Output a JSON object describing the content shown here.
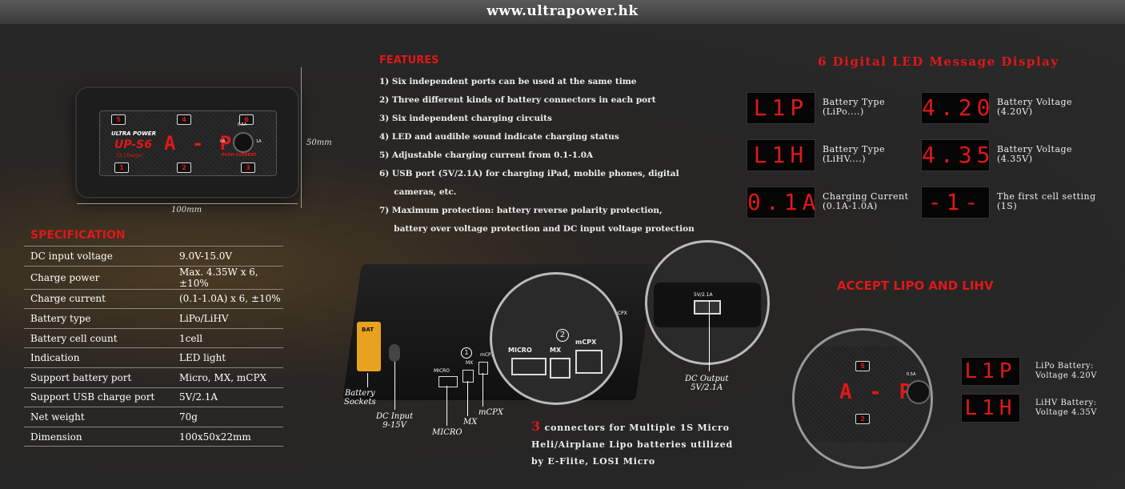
{
  "header": {
    "url": "www.ultrapower.hk"
  },
  "device_top": {
    "ports_top": [
      "5",
      "4",
      "6"
    ],
    "ports_bottom": [
      "1",
      "2",
      "3"
    ],
    "brand": "ULTRA POWER",
    "model": "UP-S6",
    "model_sub": "1S Charger",
    "display": "A - P",
    "knob_top": "0.5A",
    "knob_left": "0A",
    "knob_right": "1A",
    "knob_label": "PUSH CURRENT",
    "width_label": "100mm",
    "height_label": "50mm"
  },
  "specification": {
    "title": "SPECIFICATION",
    "rows": [
      {
        "label": "DC input voltage",
        "value": "9.0V-15.0V"
      },
      {
        "label": "Charge power",
        "value": "Max. 4.35W x 6, ±10%"
      },
      {
        "label": "Charge current",
        "value": "(0.1-1.0A) x 6, ±10%"
      },
      {
        "label": "Battery type",
        "value": "LiPo/LiHV"
      },
      {
        "label": "Battery cell count",
        "value": "1cell"
      },
      {
        "label": "Indication",
        "value": "LED light"
      },
      {
        "label": "Support battery port",
        "value": "Micro, MX, mCPX"
      },
      {
        "label": "Support USB charge port",
        "value": "5V/2.1A"
      },
      {
        "label": "Net weight",
        "value": "70g"
      },
      {
        "label": "Dimension",
        "value": "100x50x22mm"
      }
    ]
  },
  "features": {
    "title": "FEATURES",
    "lines": [
      "1)  Six independent ports can be used at the same time",
      "2)  Three different kinds of battery connectors in each port",
      "3)  Six independent charging circuits",
      "4)  LED and audible sound indicate charging status",
      "5)  Adjustable charging current from 0.1-1.0A",
      "6)  USB port (5V/2.1A) for charging iPad, mobile phones, digital",
      "     cameras, etc.",
      "7)  Maximum protection: battery reverse polarity protection,",
      "     battery over voltage protection and DC input voltage protection"
    ]
  },
  "led_section": {
    "title": "6 Digital LED Message Display",
    "items": [
      {
        "display": "L1P",
        "line1": "Battery Type",
        "line2": "(LiPo....)"
      },
      {
        "display": "4.20",
        "line1": "Battery Voltage",
        "line2": "(4.20V)"
      },
      {
        "display": "L1H",
        "line1": "Battery Type",
        "line2": "(LiHV....)"
      },
      {
        "display": "4.35",
        "line1": "Battery Voltage",
        "line2": "(4.35V)"
      },
      {
        "display": "0.1A",
        "line1": "Charging Current",
        "line2": "(0.1A-1.0A)"
      },
      {
        "display": "-1-",
        "line1": "The first cell setting",
        "line2": "(1S)"
      }
    ]
  },
  "accept": {
    "title": "ACCEPT LIPO AND LIHV",
    "lipo_display": "L1P",
    "lipo_line1": "LiPo Battery:",
    "lipo_line2": "Voltage 4.20V",
    "lihv_display": "L1H",
    "lihv_line1": "LiHV Battery:",
    "lihv_line2": "Voltage 4.35V",
    "zoom_display": "A - P",
    "zoom_ports": [
      "5",
      "2"
    ],
    "zoom_knob": "0.5A"
  },
  "side_view": {
    "bat_label": "BAT",
    "group_num": "1",
    "zoom_group_num": "2",
    "zoom_ports": [
      "MICRO",
      "MX",
      "mCPX"
    ],
    "side_ports": [
      "MICRO",
      "MX",
      "mCPX"
    ],
    "right_port": "mCPX",
    "usb_label": "5V/2.1A",
    "callouts": {
      "battery_sockets": "Battery\nSockets",
      "dc_input": "DC Input\n9-15V",
      "micro": "MICRO",
      "mx": "MX",
      "mcpx": "mCPX",
      "dc_output": "DC Output\n5V/2.1A"
    },
    "connectors_num": "3",
    "connectors_line1": " connectors for Multiple 1S Micro",
    "connectors_line2": "Heli/Airplane Lipo batteries utilized",
    "connectors_line3": "by E-Flite, LOSI Micro"
  },
  "colors": {
    "accent": "#e01818",
    "background": "#262626"
  }
}
